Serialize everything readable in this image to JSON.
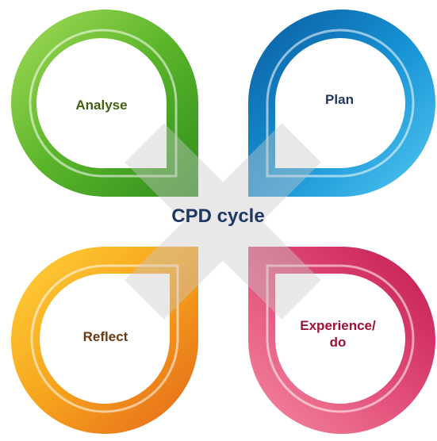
{
  "center_title": "CPD cycle",
  "stages": {
    "analyse": {
      "label": "Analyse",
      "text_color": "#3f6212",
      "colors": [
        "#a6dc5a",
        "#5bb52a",
        "#2f8f1e"
      ]
    },
    "plan": {
      "label": "Plan",
      "text_color": "#1f3763",
      "colors": [
        "#52c8f2",
        "#1591d3",
        "#0b5a9e"
      ]
    },
    "reflect": {
      "label": "Reflect",
      "text_color": "#6b3a12",
      "colors": [
        "#ffd23a",
        "#f6a31c",
        "#e4661a"
      ]
    },
    "experience": {
      "label_line1": "Experience/",
      "label_line2": "do",
      "text_color": "#9e1235",
      "colors": [
        "#f48aa0",
        "#e24e7a",
        "#c2184e"
      ]
    }
  },
  "cross_color": "#c9c9c9"
}
